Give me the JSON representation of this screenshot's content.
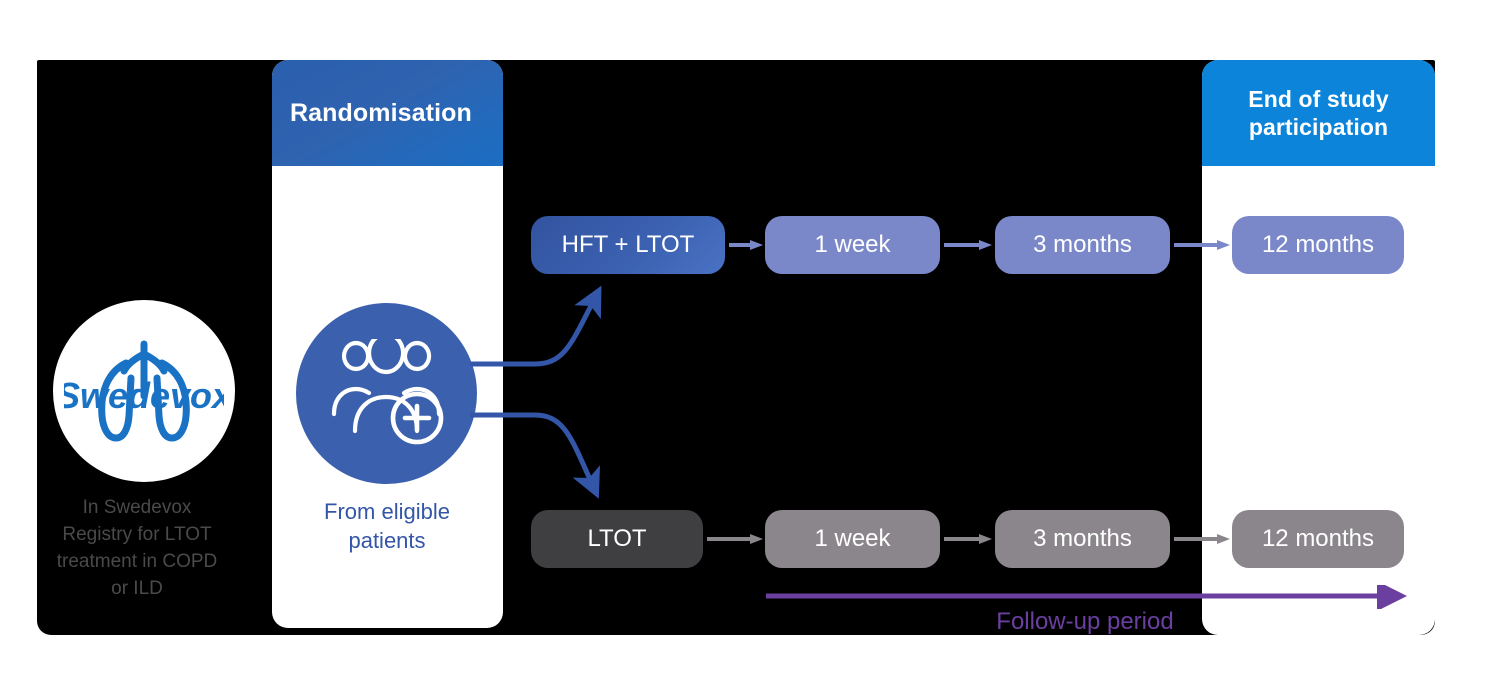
{
  "figure": {
    "title": "Study design flow diagram",
    "background": "#000000"
  },
  "logo": {
    "name": "Swedevox",
    "wordmark": "Swedevox",
    "icon": "lungs-icon",
    "caption": "In Swedevox\nRegistry for LTOT\ntreatment in COPD\nor ILD",
    "color": "#1a72c4"
  },
  "randomisation": {
    "header": "Randomisation",
    "header_color": "#2f63b0",
    "icon": "people-add-icon",
    "caption": "From eligible\npatients",
    "caption_color": "#3356a8",
    "circle_color": "#3b61ae"
  },
  "end_of_study": {
    "header": "End of study\nparticipation",
    "header_color": "#0b84da"
  },
  "arms": [
    {
      "id": "hft-ltot",
      "label": "HFT + LTOT",
      "color": "#3c62b2",
      "step_color": "#7a88c9",
      "steps": [
        {
          "label": "1 week"
        },
        {
          "label": "3 months"
        },
        {
          "label": "12 months"
        }
      ]
    },
    {
      "id": "ltot",
      "label": "LTOT",
      "color": "#3f3e41",
      "step_color": "#8b868b",
      "steps": [
        {
          "label": "1 week"
        },
        {
          "label": "3 months"
        },
        {
          "label": "12 months"
        }
      ]
    }
  ],
  "followup": {
    "label": "Follow-up period",
    "color": "#6b3fa0"
  }
}
